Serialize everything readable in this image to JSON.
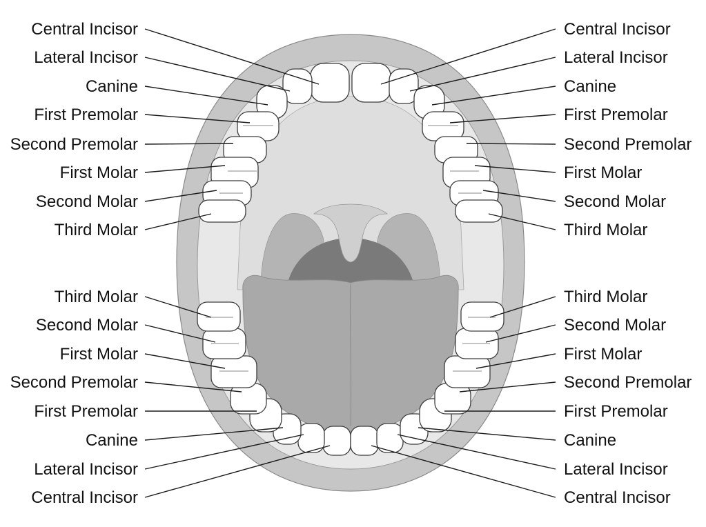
{
  "diagram": {
    "upper_left_labels": [
      "Central Incisor",
      "Lateral Incisor",
      "Canine",
      "First Premolar",
      "Second Premolar",
      "First Molar",
      "Second Molar",
      "Third Molar"
    ],
    "upper_right_labels": [
      "Central Incisor",
      "Lateral Incisor",
      "Canine",
      "First Premolar",
      "Second Premolar",
      "First Molar",
      "Second Molar",
      "Third Molar"
    ],
    "lower_left_labels": [
      "Third Molar",
      "Second Molar",
      "First Molar",
      "Second Premolar",
      "First Premolar",
      "Canine",
      "Lateral Incisor",
      "Central Incisor"
    ],
    "lower_right_labels": [
      "Third Molar",
      "Second Molar",
      "First Molar",
      "Second Premolar",
      "First Premolar",
      "Canine",
      "Lateral Incisor",
      "Central Incisor"
    ]
  },
  "colors": {
    "lips": "#c6c6c6",
    "palate": "#dedede",
    "cheek": "#e8e8e8",
    "throat": "#7a7a7a",
    "tonsils": "#b4b4b4",
    "uvula": "#cfcfcf",
    "tongue": "#a9a9a9",
    "tooth": "#ffffff"
  }
}
